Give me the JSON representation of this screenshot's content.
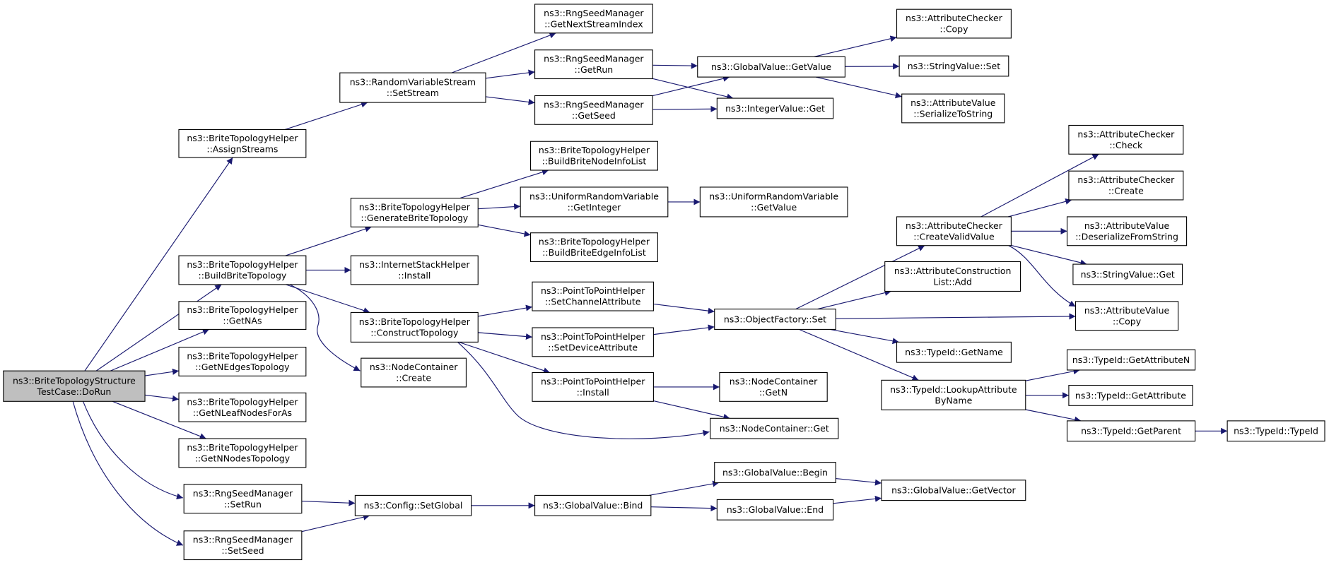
{
  "diagram": {
    "colors": {
      "edge": "#191970",
      "root_fill": "#bfbfbf",
      "node_fill": "#ffffff",
      "border": "#000000"
    },
    "nodes": [
      {
        "id": "root",
        "lines": [
          "ns3::BriteTopologyStructure",
          "TestCase::DoRun"
        ],
        "root": true
      },
      {
        "id": "assignStreams",
        "lines": [
          "ns3::BriteTopologyHelper",
          "::AssignStreams"
        ]
      },
      {
        "id": "buildBriteTopology",
        "lines": [
          "ns3::BriteTopologyHelper",
          "::BuildBriteTopology"
        ]
      },
      {
        "id": "getNAs",
        "lines": [
          "ns3::BriteTopologyHelper",
          "::GetNAs"
        ]
      },
      {
        "id": "getNEdges",
        "lines": [
          "ns3::BriteTopologyHelper",
          "::GetNEdgesTopology"
        ]
      },
      {
        "id": "getNLeaf",
        "lines": [
          "ns3::BriteTopologyHelper",
          "::GetNLeafNodesForAs"
        ]
      },
      {
        "id": "getNNodes",
        "lines": [
          "ns3::BriteTopologyHelper",
          "::GetNNodesTopology"
        ]
      },
      {
        "id": "setRun",
        "lines": [
          "ns3::RngSeedManager",
          "::SetRun"
        ]
      },
      {
        "id": "setSeed",
        "lines": [
          "ns3::RngSeedManager",
          "::SetSeed"
        ]
      },
      {
        "id": "setStream",
        "lines": [
          "ns3::RandomVariableStream",
          "::SetStream"
        ]
      },
      {
        "id": "generateBrite",
        "lines": [
          "ns3::BriteTopologyHelper",
          "::GenerateBriteTopology"
        ]
      },
      {
        "id": "internetInstall",
        "lines": [
          "ns3::InternetStackHelper",
          "::Install"
        ]
      },
      {
        "id": "constructTopology",
        "lines": [
          "ns3::BriteTopologyHelper",
          "::ConstructTopology"
        ]
      },
      {
        "id": "ncCreate",
        "lines": [
          "ns3::NodeContainer",
          "::Create"
        ]
      },
      {
        "id": "configSetGlobal",
        "lines": [
          "ns3::Config::SetGlobal"
        ]
      },
      {
        "id": "getNextStreamIndex",
        "lines": [
          "ns3::RngSeedManager",
          "::GetNextStreamIndex"
        ]
      },
      {
        "id": "getRun",
        "lines": [
          "ns3::RngSeedManager",
          "::GetRun"
        ]
      },
      {
        "id": "getSeed",
        "lines": [
          "ns3::RngSeedManager",
          "::GetSeed"
        ]
      },
      {
        "id": "buildNodeInfo",
        "lines": [
          "ns3::BriteTopologyHelper",
          "::BuildBriteNodeInfoList"
        ]
      },
      {
        "id": "uniformGetInteger",
        "lines": [
          "ns3::UniformRandomVariable",
          "::GetInteger"
        ]
      },
      {
        "id": "buildEdgeInfo",
        "lines": [
          "ns3::BriteTopologyHelper",
          "::BuildBriteEdgeInfoList"
        ]
      },
      {
        "id": "setChannelAttr",
        "lines": [
          "ns3::PointToPointHelper",
          "::SetChannelAttribute"
        ]
      },
      {
        "id": "setDeviceAttr",
        "lines": [
          "ns3::PointToPointHelper",
          "::SetDeviceAttribute"
        ]
      },
      {
        "id": "p2pInstall",
        "lines": [
          "ns3::PointToPointHelper",
          "::Install"
        ]
      },
      {
        "id": "gvBind",
        "lines": [
          "ns3::GlobalValue::Bind"
        ]
      },
      {
        "id": "gvGetValue",
        "lines": [
          "ns3::GlobalValue::GetValue"
        ]
      },
      {
        "id": "integerGet",
        "lines": [
          "ns3::IntegerValue::Get"
        ]
      },
      {
        "id": "uniformGetValue",
        "lines": [
          "ns3::UniformRandomVariable",
          "::GetValue"
        ]
      },
      {
        "id": "objectFactorySet",
        "lines": [
          "ns3::ObjectFactory::Set"
        ]
      },
      {
        "id": "ncGetN",
        "lines": [
          "ns3::NodeContainer",
          "::GetN"
        ]
      },
      {
        "id": "ncGet",
        "lines": [
          "ns3::NodeContainer::Get"
        ]
      },
      {
        "id": "gvBegin",
        "lines": [
          "ns3::GlobalValue::Begin"
        ]
      },
      {
        "id": "gvEnd",
        "lines": [
          "ns3::GlobalValue::End"
        ]
      },
      {
        "id": "acCopy",
        "lines": [
          "ns3::AttributeChecker",
          "::Copy"
        ]
      },
      {
        "id": "svSet",
        "lines": [
          "ns3::StringValue::Set"
        ]
      },
      {
        "id": "avSerialize",
        "lines": [
          "ns3::AttributeValue",
          "::SerializeToString"
        ]
      },
      {
        "id": "acCreateValid",
        "lines": [
          "ns3::AttributeChecker",
          "::CreateValidValue"
        ]
      },
      {
        "id": "aclAdd",
        "lines": [
          "ns3::AttributeConstruction",
          "List::Add"
        ]
      },
      {
        "id": "typeIdGetName",
        "lines": [
          "ns3::TypeId::GetName"
        ]
      },
      {
        "id": "typeIdLookup",
        "lines": [
          "ns3::TypeId::LookupAttribute",
          "ByName"
        ]
      },
      {
        "id": "gvGetVector",
        "lines": [
          "ns3::GlobalValue::GetVector"
        ]
      },
      {
        "id": "acCheck",
        "lines": [
          "ns3::AttributeChecker",
          "::Check"
        ]
      },
      {
        "id": "acCreate",
        "lines": [
          "ns3::AttributeChecker",
          "::Create"
        ]
      },
      {
        "id": "avDeserialize",
        "lines": [
          "ns3::AttributeValue",
          "::DeserializeFromString"
        ]
      },
      {
        "id": "svGet",
        "lines": [
          "ns3::StringValue::Get"
        ]
      },
      {
        "id": "avCopy",
        "lines": [
          "ns3::AttributeValue",
          "::Copy"
        ]
      },
      {
        "id": "typeIdGetAttrN",
        "lines": [
          "ns3::TypeId::GetAttributeN"
        ]
      },
      {
        "id": "typeIdGetAttr",
        "lines": [
          "ns3::TypeId::GetAttribute"
        ]
      },
      {
        "id": "typeIdGetParent",
        "lines": [
          "ns3::TypeId::GetParent"
        ]
      },
      {
        "id": "typeIdTypeId",
        "lines": [
          "ns3::TypeId::TypeId"
        ]
      }
    ],
    "edges": [
      {
        "from": "root",
        "to": "assignStreams"
      },
      {
        "from": "root",
        "to": "buildBriteTopology"
      },
      {
        "from": "root",
        "to": "getNAs"
      },
      {
        "from": "root",
        "to": "getNEdges"
      },
      {
        "from": "root",
        "to": "getNLeaf"
      },
      {
        "from": "root",
        "to": "getNNodes"
      },
      {
        "from": "root",
        "to": "setRun"
      },
      {
        "from": "root",
        "to": "setSeed"
      },
      {
        "from": "assignStreams",
        "to": "setStream"
      },
      {
        "from": "setStream",
        "to": "getNextStreamIndex"
      },
      {
        "from": "setStream",
        "to": "getRun"
      },
      {
        "from": "setStream",
        "to": "getSeed"
      },
      {
        "from": "getRun",
        "to": "gvGetValue"
      },
      {
        "from": "getRun",
        "to": "integerGet"
      },
      {
        "from": "getSeed",
        "to": "gvGetValue"
      },
      {
        "from": "getSeed",
        "to": "integerGet"
      },
      {
        "from": "gvGetValue",
        "to": "acCopy"
      },
      {
        "from": "gvGetValue",
        "to": "svSet"
      },
      {
        "from": "gvGetValue",
        "to": "avSerialize"
      },
      {
        "from": "buildBriteTopology",
        "to": "generateBrite"
      },
      {
        "from": "buildBriteTopology",
        "to": "internetInstall"
      },
      {
        "from": "buildBriteTopology",
        "to": "constructTopology"
      },
      {
        "from": "buildBriteTopology",
        "to": "ncCreate"
      },
      {
        "from": "generateBrite",
        "to": "buildNodeInfo"
      },
      {
        "from": "generateBrite",
        "to": "uniformGetInteger"
      },
      {
        "from": "generateBrite",
        "to": "buildEdgeInfo"
      },
      {
        "from": "uniformGetInteger",
        "to": "uniformGetValue"
      },
      {
        "from": "constructTopology",
        "to": "setChannelAttr"
      },
      {
        "from": "constructTopology",
        "to": "setDeviceAttr"
      },
      {
        "from": "constructTopology",
        "to": "p2pInstall"
      },
      {
        "from": "constructTopology",
        "to": "ncGet"
      },
      {
        "from": "setChannelAttr",
        "to": "objectFactorySet"
      },
      {
        "from": "setDeviceAttr",
        "to": "objectFactorySet"
      },
      {
        "from": "p2pInstall",
        "to": "ncGetN"
      },
      {
        "from": "p2pInstall",
        "to": "ncGet"
      },
      {
        "from": "objectFactorySet",
        "to": "acCreateValid"
      },
      {
        "from": "objectFactorySet",
        "to": "aclAdd"
      },
      {
        "from": "objectFactorySet",
        "to": "avCopy"
      },
      {
        "from": "objectFactorySet",
        "to": "typeIdGetName"
      },
      {
        "from": "objectFactorySet",
        "to": "typeIdLookup"
      },
      {
        "from": "acCreateValid",
        "to": "acCheck"
      },
      {
        "from": "acCreateValid",
        "to": "acCreate"
      },
      {
        "from": "acCreateValid",
        "to": "avDeserialize"
      },
      {
        "from": "acCreateValid",
        "to": "svGet"
      },
      {
        "from": "acCreateValid",
        "to": "avCopy"
      },
      {
        "from": "typeIdLookup",
        "to": "typeIdGetAttrN"
      },
      {
        "from": "typeIdLookup",
        "to": "typeIdGetAttr"
      },
      {
        "from": "typeIdLookup",
        "to": "typeIdGetParent"
      },
      {
        "from": "typeIdGetParent",
        "to": "typeIdTypeId"
      },
      {
        "from": "setRun",
        "to": "configSetGlobal"
      },
      {
        "from": "setSeed",
        "to": "configSetGlobal"
      },
      {
        "from": "configSetGlobal",
        "to": "gvBind"
      },
      {
        "from": "gvBind",
        "to": "gvBegin"
      },
      {
        "from": "gvBind",
        "to": "gvEnd"
      },
      {
        "from": "gvBegin",
        "to": "gvGetVector"
      },
      {
        "from": "gvEnd",
        "to": "gvGetVector"
      }
    ]
  }
}
